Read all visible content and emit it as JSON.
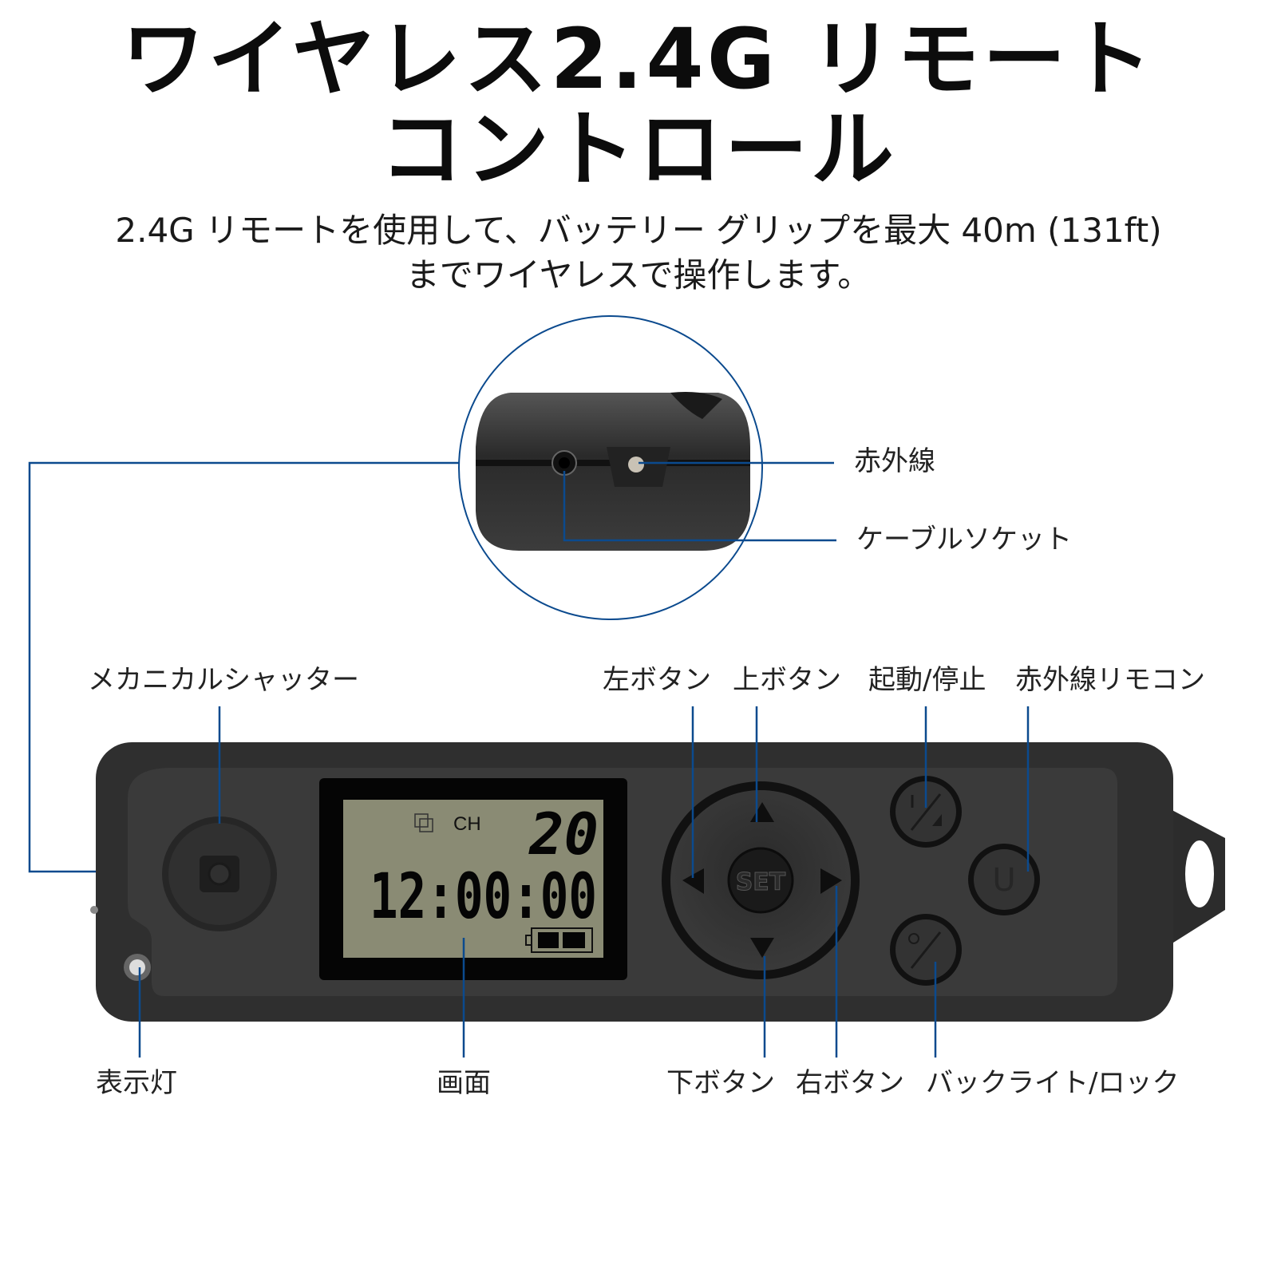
{
  "title": {
    "line1": "ワイヤレス2.4G リモート",
    "line2": "コントロール"
  },
  "subtitle": {
    "line1": "2.4G リモートを使用して、バッテリー グリップを最大 40m (131ft)",
    "line2": "までワイヤレスで操作します。"
  },
  "inset_labels": {
    "infrared": "赤外線",
    "cable_socket": "ケーブルソケット"
  },
  "top_labels": {
    "mechanical_shutter": "メカニカルシャッター",
    "left_button": "左ボタン",
    "up_button": "上ボタン",
    "start_stop": "起動/停止",
    "ir_remote": "赤外線リモコン"
  },
  "bottom_labels": {
    "indicator": "表示灯",
    "screen": "画面",
    "down_button": "下ボタン",
    "right_button": "右ボタン",
    "backlight_lock": "バックライト/ロック"
  },
  "lcd": {
    "mode": "CH",
    "channel": "20",
    "time": "12:00:00",
    "battery_bars": 2
  },
  "device": {
    "set_label": "SET",
    "ir_button_glyph": "U"
  },
  "colors": {
    "leader_line": "#0b4a8e",
    "device_body": "#2f2f2f",
    "lcd": "#8a8b74"
  }
}
